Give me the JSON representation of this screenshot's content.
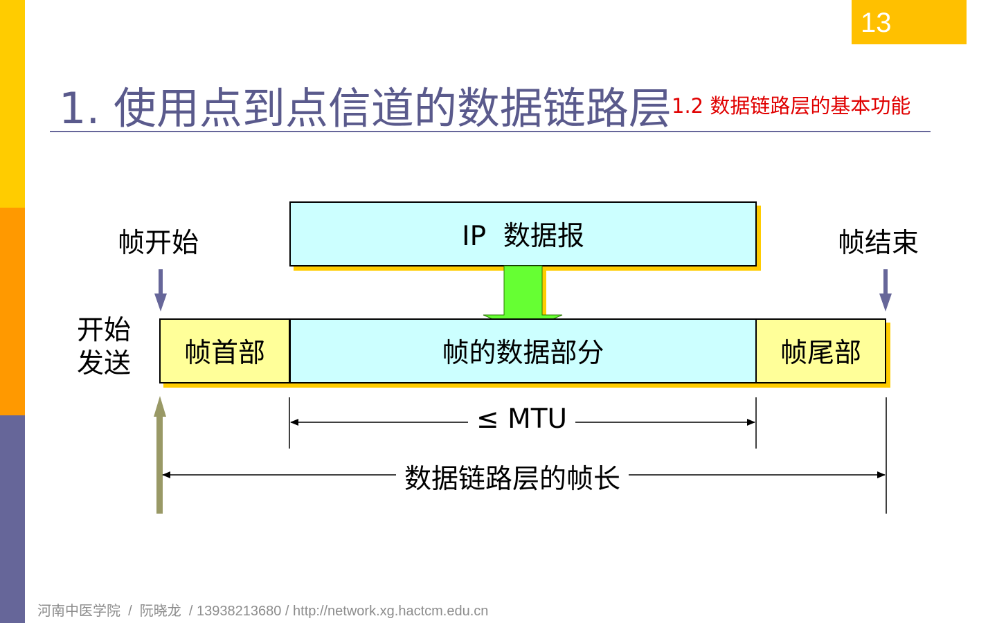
{
  "slide": {
    "page_number": "13",
    "title": "1. 使用点到点信道的数据链路层",
    "section": "1.2 数据链路层的基本功能",
    "footer": "河南中医学院  /  阮晓龙  / 13938213680 / http://network.xg.hactcm.edu.cn"
  },
  "diagram": {
    "ip_datagram": "IP  数据报",
    "frame_start": "帧开始",
    "frame_end": "帧结束",
    "start_send_line1": "开始",
    "start_send_line2": "发送",
    "frame_header": "帧首部",
    "frame_data": "帧的数据部分",
    "frame_trailer": "帧尾部",
    "mtu": "≤ MTU",
    "frame_length": "数据链路层的帧长"
  },
  "colors": {
    "sidebar_top": "#ffcc00",
    "sidebar_middle": "#ff9900",
    "sidebar_bottom": "#666699",
    "title": "#5a5a8c",
    "section": "#e00000",
    "data_box": "#ccffff",
    "header_trailer_box": "#ffff99",
    "shadow": "#ffcc00",
    "down_arrow": "#66ff33",
    "marker_arrow": "#666699",
    "send_arrow": "#999966"
  }
}
